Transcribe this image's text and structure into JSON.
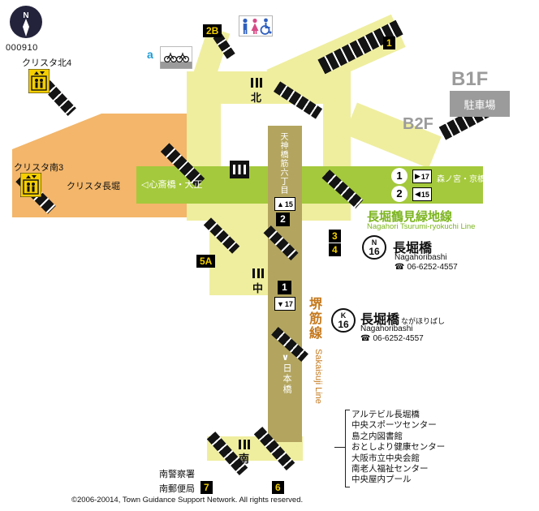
{
  "meta": {
    "map_no": "000910",
    "copyright": "©2006-20014, Town Guidance Support Network. All rights reserved."
  },
  "compass": {
    "n": "N"
  },
  "icons": {
    "arrow_right": "▶",
    "arrow_left": "◀",
    "arrow_up": "▲",
    "arrow_down": "▼",
    "chevron_left": "◁",
    "chevron_down": "∨",
    "phone": "☎"
  },
  "areas": {
    "crysta_north": "クリスタ北4",
    "crysta_south": "クリスタ南3",
    "crysta_nagahori": "クリスタ長堀",
    "b1f": "B1F",
    "b2f": "B2F",
    "parking": "駐車場",
    "police": "南警察署",
    "post_office": "南郵便局",
    "elevator_a_label": "a"
  },
  "gates": {
    "north": "北",
    "middle": "中",
    "south": "南"
  },
  "exits": {
    "e2b": "2B",
    "e1": "1",
    "e3": "3",
    "e4": "4",
    "e5a": "5A",
    "e6": "6",
    "e7": "7"
  },
  "green_line": {
    "name_ja": "長堀鶴見緑地線",
    "name_en": "Nagahori Tsurumi-ryokuchi Line",
    "dir_left": "心斎橋・大正",
    "dir_right": "森ノ宮・京橋",
    "platform_1": "1",
    "platform_2": "2",
    "adj_right": "17",
    "adj_left": "15",
    "station_letter": "N",
    "station_number": "16",
    "station_ja": "長堀橋",
    "station_en": "Nagahoribashi",
    "tel": "06-6252-4557"
  },
  "brown_line": {
    "name_ja": "堺筋線",
    "name_en": "Sakaisuji Line",
    "dir_up": "天神橋筋六丁目",
    "dir_down": "日本橋",
    "platform_1": "1",
    "platform_2": "2",
    "adj_up": "15",
    "adj_down": "17",
    "station_letter": "K",
    "station_number": "16",
    "station_ja": "長堀橋",
    "station_kana": "ながほりばし",
    "station_en": "Nagahoribashi",
    "tel": "06-6252-4557"
  },
  "facilities": [
    "アルテビル長堀橋",
    "中央スポーツセンター",
    "島之内図書館",
    "おとしより健康センター",
    "大阪市立中央会館",
    "南老人福祉センター",
    "中央屋内プール"
  ]
}
